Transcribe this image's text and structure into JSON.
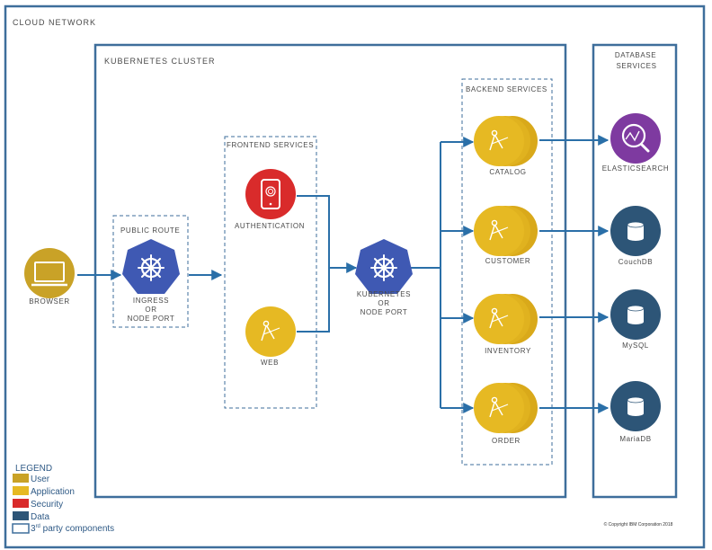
{
  "colors": {
    "border": "#3e6e9b",
    "line": "#2a6fa8",
    "user": "#c9a227",
    "application": "#e6b923",
    "security": "#d92b2b",
    "data": "#2d5577",
    "kubernetes": "#3f59b3",
    "elastic": "#7e3aa0"
  },
  "containers": {
    "cloud_network": "CLOUD NETWORK",
    "kubernetes_cluster": "KUBERNETES CLUSTER",
    "database_services_line1": "DATABASE",
    "database_services_line2": "SERVICES",
    "backend_services": "BACKEND SERVICES",
    "frontend_services": "FRONTEND SERVICES",
    "public_route": "PUBLIC ROUTE"
  },
  "nodes": {
    "browser": "BROWSER",
    "ingress_line1": "INGRESS",
    "ingress_line2": "OR",
    "ingress_line3": "NODE PORT",
    "authentication": "AUTHENTICATION",
    "web": "WEB",
    "k8s_line1": "KUBERNETES",
    "k8s_line2": "OR",
    "k8s_line3": "NODE PORT",
    "catalog": "CATALOG",
    "customer": "CUSTOMER",
    "inventory": "INVENTORY",
    "order": "ORDER",
    "elasticsearch": "ELASTICSEARCH",
    "couchdb": "CouchDB",
    "mysql": "MySQL",
    "mariadb": "MariaDB"
  },
  "legend": {
    "title": "LEGEND",
    "user": "User",
    "application": "Application",
    "security": "Security",
    "data": "Data",
    "third_party_num": "3",
    "third_party_sup": "rd",
    "third_party_rest": " party components"
  },
  "copyright": "© Copyright IBM Corporation 2018"
}
